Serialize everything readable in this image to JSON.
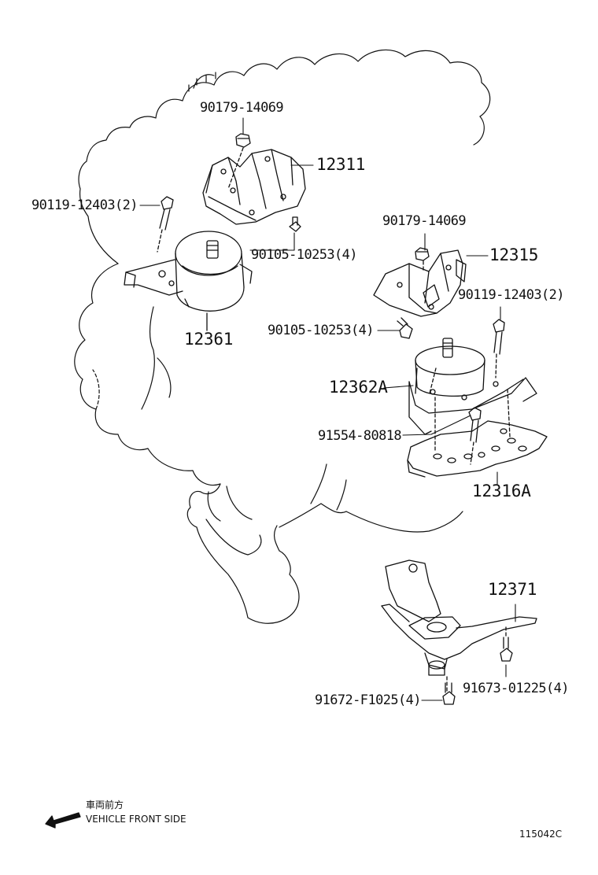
{
  "callouts": {
    "nut_top": "90179-14069",
    "bracket_left": "12311",
    "bolt_left": "90119-12403(2)",
    "bolt_bracket_left": "90105-10253(4)",
    "insulator_left": "12361",
    "nut_right": "90179-14069",
    "bracket_right": "12315",
    "bolt_right": "90119-12403(2)",
    "bolt_bracket_right": "90105-10253(4)",
    "insulator_right": "12362A",
    "bolt_plate": "91554-80818",
    "plate": "12316A",
    "rear_mount": "12371",
    "bolt_rear_right": "91673-01225(4)",
    "bolt_rear_bottom": "91672-F1025(4)"
  },
  "direction": {
    "japanese": "車両前方",
    "english": "VEHICLE FRONT SIDE"
  },
  "figure_code": "115042C"
}
